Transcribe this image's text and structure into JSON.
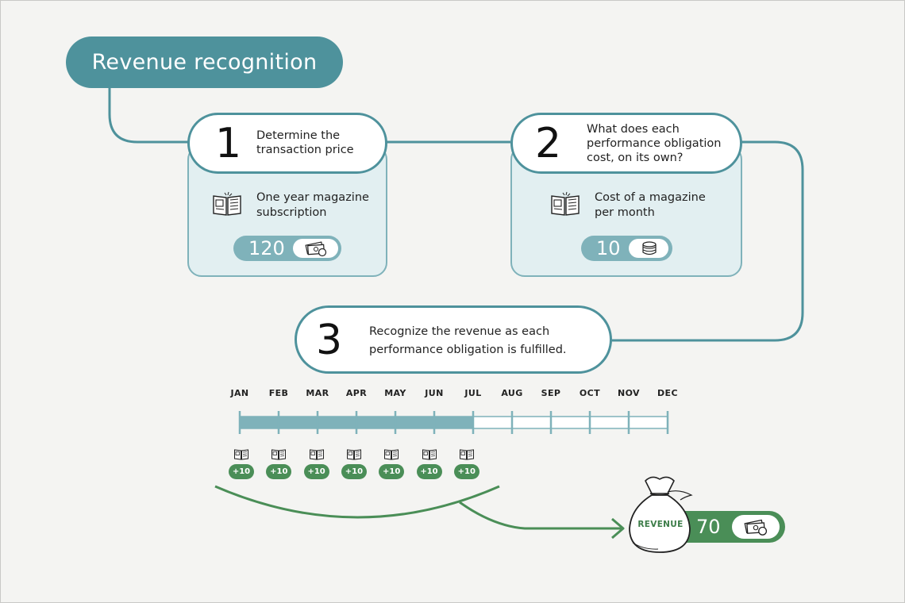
{
  "title": "Revenue recognition",
  "steps": [
    {
      "number": "1",
      "text_lines": [
        "Determine the",
        "transaction price"
      ],
      "desc_lines": [
        "One year magazine",
        "subscription"
      ],
      "value": "120",
      "value_icon": "money-icon"
    },
    {
      "number": "2",
      "text_lines": [
        "What does each",
        "performance obligation",
        "cost, on its own?"
      ],
      "desc_lines": [
        "Cost of a magazine",
        "per month"
      ],
      "value": "10",
      "value_icon": "coins-icon"
    },
    {
      "number": "3",
      "text_lines": [
        "Recognize the revenue as each",
        "performance obligation is fulfilled."
      ]
    }
  ],
  "timeline": {
    "months": [
      "JAN",
      "FEB",
      "MAR",
      "APR",
      "MAY",
      "JUN",
      "JUL",
      "AUG",
      "SEP",
      "OCT",
      "NOV",
      "DEC"
    ],
    "fulfilled_months": 6,
    "badges": [
      "+10",
      "+10",
      "+10",
      "+10",
      "+10",
      "+10",
      "+10"
    ]
  },
  "result": {
    "label": "REVENUE",
    "value": "70",
    "icon": "money-icon"
  },
  "colors": {
    "teal": "#4e929c",
    "light_teal": "#7fb2ba",
    "card_bg": "#e2eff1",
    "green": "#4a8e57"
  }
}
